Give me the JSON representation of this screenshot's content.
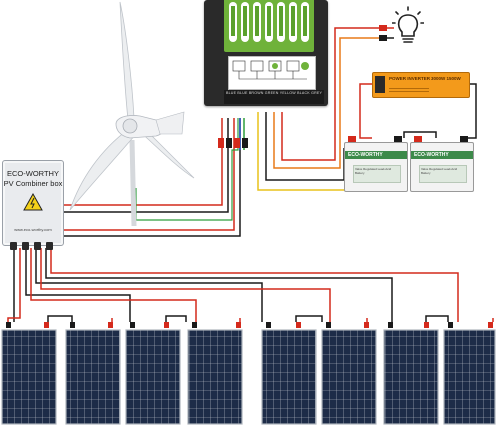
{
  "combiner": {
    "brand": "ECO-WORTHY",
    "title": "PV Combiner box",
    "url": "www.eco-worthy.com"
  },
  "batteries": {
    "brand_left": "ECO-WORTHY",
    "brand_right": "ECO-WORTHY",
    "subtitle": "Valve Regulated Lead-Acid Battery"
  },
  "inverter": {
    "power_label": "POWER INVERTER",
    "rating": "3000W 1500W"
  },
  "controller": {
    "terminal_labels": [
      "BLUE",
      "BLUE",
      "BROWN",
      "GREEN",
      "YELLOW",
      "BLACK",
      "GREY"
    ]
  },
  "colors": {
    "wire_red": "#d42a1c",
    "wire_black": "#1a1a1a",
    "wire_yellow": "#e8c21a",
    "wire_orange": "#e87a18",
    "wire_green": "#2e9e3c",
    "wire_blue": "#2b57c8",
    "controller_green": "#5aa02c",
    "inverter_orange": "#f39a1b",
    "battery_green": "#3d8a4a",
    "panel_blue": "#1d2c48",
    "warning_yellow": "#f4d21a"
  },
  "icons": [
    "wind-turbine-icon",
    "light-bulb-icon",
    "warning-icon",
    "battery-icon",
    "inverter-icon",
    "solar-panel-icon"
  ]
}
